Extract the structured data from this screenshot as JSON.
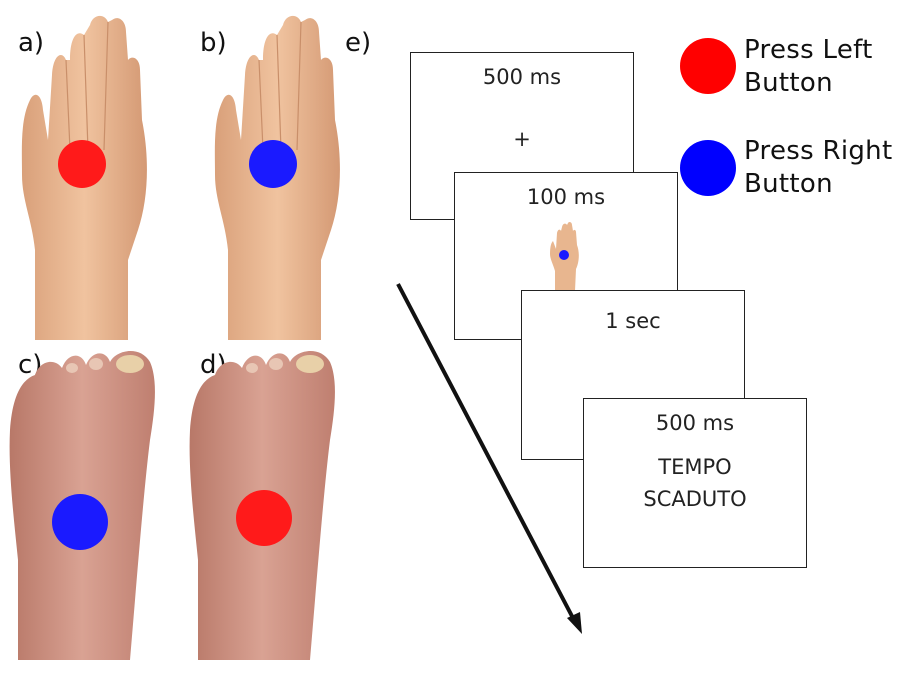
{
  "panels": {
    "a": "a)",
    "b": "b)",
    "c": "c)",
    "d": "d)",
    "e": "e)"
  },
  "stimuli": {
    "a": {
      "body_part": "hand",
      "dot_color": "#ff1a1a"
    },
    "b": {
      "body_part": "hand",
      "dot_color": "#1a1aff"
    },
    "c": {
      "body_part": "foot",
      "dot_color": "#1a1aff"
    },
    "d": {
      "body_part": "foot",
      "dot_color": "#ff1a1a"
    }
  },
  "legend": {
    "red": {
      "color": "#ff0000",
      "line1": "Press Left",
      "line2": "Button"
    },
    "blue": {
      "color": "#0000ff",
      "line1": "Press Right",
      "line2": "Button"
    }
  },
  "trial_sequence": [
    {
      "duration": "500 ms",
      "content": "+"
    },
    {
      "duration": "100 ms",
      "content": "hand stimulus with blue dot",
      "dot_color": "#1a1aff"
    },
    {
      "duration": "1 sec",
      "content": ""
    },
    {
      "duration": "500 ms",
      "content_line1": "TEMPO",
      "content_line2": "SCADUTO"
    }
  ],
  "colors": {
    "skin_hand": "#e8b68f",
    "skin_foot": "#d49a8a"
  }
}
